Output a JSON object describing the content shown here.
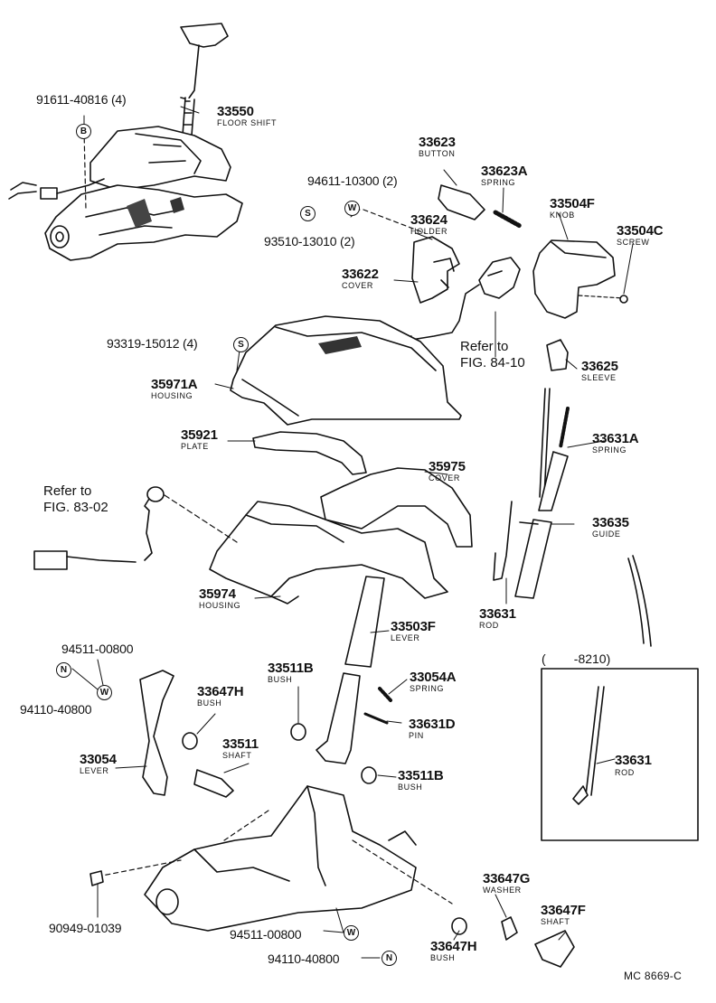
{
  "footer": "MC 8669-C",
  "inset": {
    "title": "(        -8210)",
    "part": "33631",
    "name": "ROD"
  },
  "callouts": [
    {
      "id": "l-91611-40816",
      "pn": "91611-40816 (4)",
      "sub": ""
    },
    {
      "id": "l-33550",
      "pn": "33550",
      "sub": "FLOOR SHIFT",
      "big": true
    },
    {
      "id": "l-33623",
      "pn": "33623",
      "sub": "BUTTON",
      "big": true
    },
    {
      "id": "l-33623A",
      "pn": "33623A",
      "sub": "SPRING",
      "big": true
    },
    {
      "id": "l-94611-10300",
      "pn": "94611-10300 (2)",
      "sub": ""
    },
    {
      "id": "l-33504F",
      "pn": "33504F",
      "sub": "KNOB",
      "big": true
    },
    {
      "id": "l-33504C",
      "pn": "33504C",
      "sub": "SCREW",
      "big": true
    },
    {
      "id": "l-33624",
      "pn": "33624",
      "sub": "HOLDER",
      "big": true
    },
    {
      "id": "l-93510-13010",
      "pn": "93510-13010 (2)",
      "sub": ""
    },
    {
      "id": "l-33622",
      "pn": "33622",
      "sub": "COVER",
      "big": true
    },
    {
      "id": "l-93319-15012",
      "pn": "93319-15012 (4)",
      "sub": ""
    },
    {
      "id": "l-33625",
      "pn": "33625",
      "sub": "SLEEVE",
      "big": true
    },
    {
      "id": "l-35971A",
      "pn": "35971A",
      "sub": "HOUSING",
      "big": true
    },
    {
      "id": "l-35921",
      "pn": "35921",
      "sub": "PLATE",
      "big": true
    },
    {
      "id": "l-33631A",
      "pn": "33631A",
      "sub": "SPRING",
      "big": true
    },
    {
      "id": "l-35975",
      "pn": "35975",
      "sub": "COVER",
      "big": true
    },
    {
      "id": "l-33635",
      "pn": "33635",
      "sub": "GUIDE",
      "big": true
    },
    {
      "id": "l-35974",
      "pn": "35974",
      "sub": "HOUSING",
      "big": true
    },
    {
      "id": "l-33631",
      "pn": "33631",
      "sub": "ROD",
      "big": true
    },
    {
      "id": "l-33503F",
      "pn": "33503F",
      "sub": "LEVER",
      "big": true
    },
    {
      "id": "l-94511-00800-top",
      "pn": "94511-00800",
      "sub": ""
    },
    {
      "id": "l-94110-40800-top",
      "pn": "94110-40800",
      "sub": ""
    },
    {
      "id": "l-33511B-top",
      "pn": "33511B",
      "sub": "BUSH",
      "big": true
    },
    {
      "id": "l-33054A",
      "pn": "33054A",
      "sub": "SPRING",
      "big": true
    },
    {
      "id": "l-33647H-top",
      "pn": "33647H",
      "sub": "BUSH",
      "big": true
    },
    {
      "id": "l-33631D",
      "pn": "33631D",
      "sub": "PIN",
      "big": true
    },
    {
      "id": "l-33511",
      "pn": "33511",
      "sub": "SHAFT",
      "big": true
    },
    {
      "id": "l-33054",
      "pn": "33054",
      "sub": "LEVER",
      "big": true
    },
    {
      "id": "l-33511B-bot",
      "pn": "33511B",
      "sub": "BUSH",
      "big": true
    },
    {
      "id": "l-33647G",
      "pn": "33647G",
      "sub": "WASHER",
      "big": true
    },
    {
      "id": "l-90949-01039",
      "pn": "90949-01039",
      "sub": ""
    },
    {
      "id": "l-33647F",
      "pn": "33647F",
      "sub": "SHAFT",
      "big": true
    },
    {
      "id": "l-94511-00800-bot",
      "pn": "94511-00800",
      "sub": ""
    },
    {
      "id": "l-33647H-bot",
      "pn": "33647H",
      "sub": "BUSH",
      "big": true
    },
    {
      "id": "l-94110-40800-bot",
      "pn": "94110-40800",
      "sub": ""
    }
  ],
  "refs": [
    {
      "id": "ref-84-10",
      "text": "Refer to\nFIG. 84-10"
    },
    {
      "id": "ref-83-02",
      "text": "Refer to\nFIG. 83-02"
    }
  ],
  "symbols": [
    {
      "id": "sym-b",
      "letter": "B"
    },
    {
      "id": "sym-w-1",
      "letter": "W"
    },
    {
      "id": "sym-s-1",
      "letter": "S"
    },
    {
      "id": "sym-s-2",
      "letter": "S"
    },
    {
      "id": "sym-n-1",
      "letter": "N"
    },
    {
      "id": "sym-w-2",
      "letter": "W"
    },
    {
      "id": "sym-w-3",
      "letter": "W"
    },
    {
      "id": "sym-n-2",
      "letter": "N"
    }
  ]
}
